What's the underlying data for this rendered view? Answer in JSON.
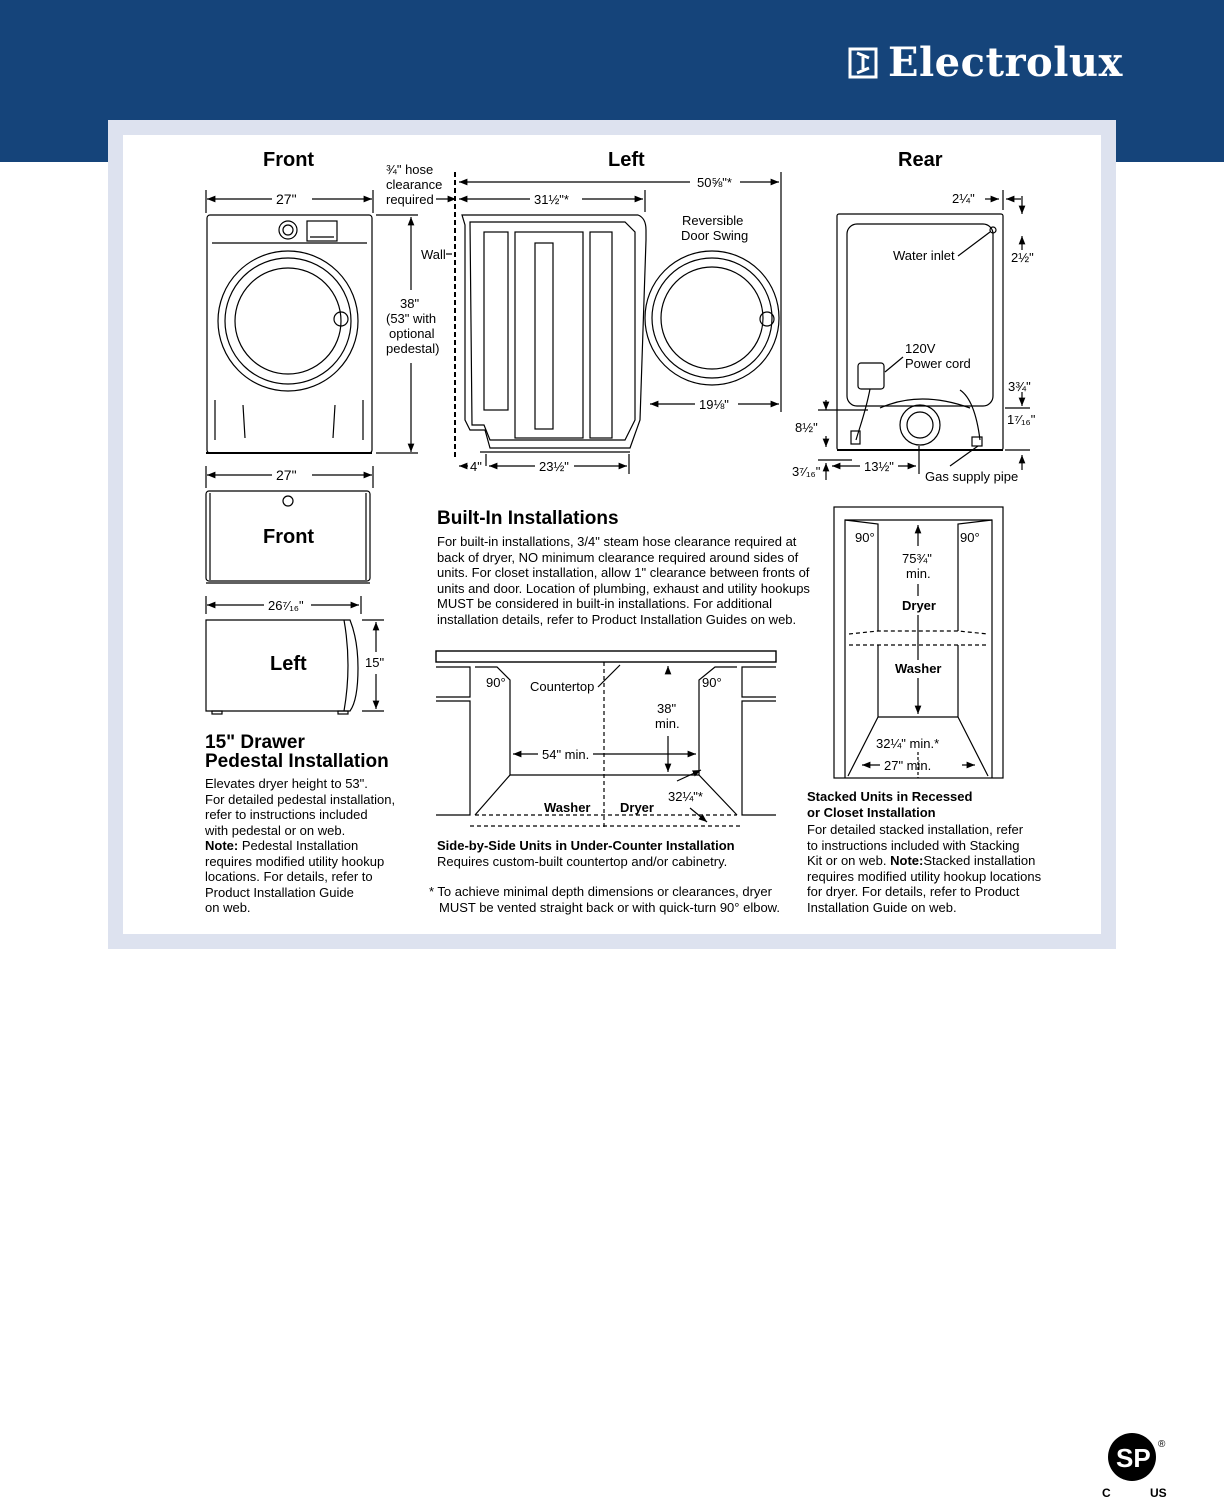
{
  "header": {
    "brand": "Electrolux",
    "brand_color": "#15447a",
    "logo_icon": "electrolux-logo-icon"
  },
  "front_view": {
    "title": "Front",
    "width": "27\"",
    "height_label_1": "38\"",
    "height_label_2": "(53\" with",
    "height_label_3": "optional",
    "height_label_4": "pedestal)",
    "hose_note_1": "¾\" hose",
    "hose_note_2": "clearance",
    "hose_note_3": "required",
    "wall": "Wall"
  },
  "left_view": {
    "title": "Left",
    "total_depth": "50⅝\"*",
    "depth": "31½\"*",
    "door_swing_1": "Reversible",
    "door_swing_2": "Door Swing",
    "door_depth": "19⅛\"",
    "base_offset": "4\"",
    "base_depth": "23½\""
  },
  "rear_view": {
    "title": "Rear",
    "dim_top_right": "2¼\"",
    "dim_inlet_drop": "2½\"",
    "water_inlet": "Water inlet",
    "power_1": "120V",
    "power_2": "Power cord",
    "dim_right_1": "3¾\"",
    "dim_right_2": "1⁷⁄₁₆\"",
    "dim_left_1": "8½\"",
    "dim_left_2": "3⁷⁄₁₆\"",
    "dim_bottom": "13½\"",
    "gas": "Gas supply pipe"
  },
  "pedestal": {
    "front_width": "27\"",
    "front_label": "Front",
    "left_width": "26⁷⁄₁₆\"",
    "left_label": "Left",
    "height": "15\"",
    "heading_1": "15\" Drawer",
    "heading_2": "Pedestal Installation",
    "body_1": "Elevates dryer height to 53\".",
    "body_2": "For detailed pedestal installation,",
    "body_3": "refer to instructions included",
    "body_4": "with pedestal or on web.",
    "note_label": "Note:",
    "body_5": " Pedestal Installation",
    "body_6": "requires modified utility hookup",
    "body_7": "locations. For details, refer to",
    "body_8": "Product Installation Guide",
    "body_9": "on web."
  },
  "builtin": {
    "heading": "Built-In Installations",
    "line_1": "For built-in installations, 3/4\" steam hose clearance required at",
    "line_2": "back of dryer, NO minimum clearance required around sides of",
    "line_3": "units. For closet installation, allow 1\" clearance between fronts of",
    "line_4": "units and door. Location of plumbing, exhaust and utility hookups",
    "line_5": "MUST be considered in built-in installations. For additional",
    "line_6": "installation details, refer to Product Installation Guides on web."
  },
  "side_by_side": {
    "angle_left": "90°",
    "angle_right": "90°",
    "countertop": "Countertop",
    "height_1": "38\"",
    "height_2": "min.",
    "width": "54\" min.",
    "depth": "32¼\"*",
    "washer": "Washer",
    "dryer": "Dryer",
    "caption": "Side-by-Side Units in Under-Counter Installation",
    "caption_sub": "Requires custom-built countertop and/or cabinetry.",
    "footnote_1": "* To achieve minimal depth dimensions or clearances, dryer",
    "footnote_2": "MUST be vented straight back or with quick-turn 90° elbow."
  },
  "stacked": {
    "angle_left": "90°",
    "angle_right": "90°",
    "height_1": "75¾\"",
    "height_2": "min.",
    "dryer": "Dryer",
    "washer": "Washer",
    "depth": "32¼\" min.*",
    "width": "27\" min.",
    "caption_1": "Stacked Units in Recessed",
    "caption_2": "or Closet Installation",
    "body_1": "For detailed stacked installation, refer",
    "body_2": "to instructions included with Stacking",
    "body_3": "Kit or on web.",
    "note_label": "Note:",
    "body_4": "Stacked installation",
    "body_5": "requires modified utility hookup locations",
    "body_6": "for dryer. For details, refer to Product",
    "body_7": "Installation Guide on web."
  },
  "certification": {
    "mark": "SP",
    "left": "C",
    "right": "US",
    "registered": "®"
  }
}
